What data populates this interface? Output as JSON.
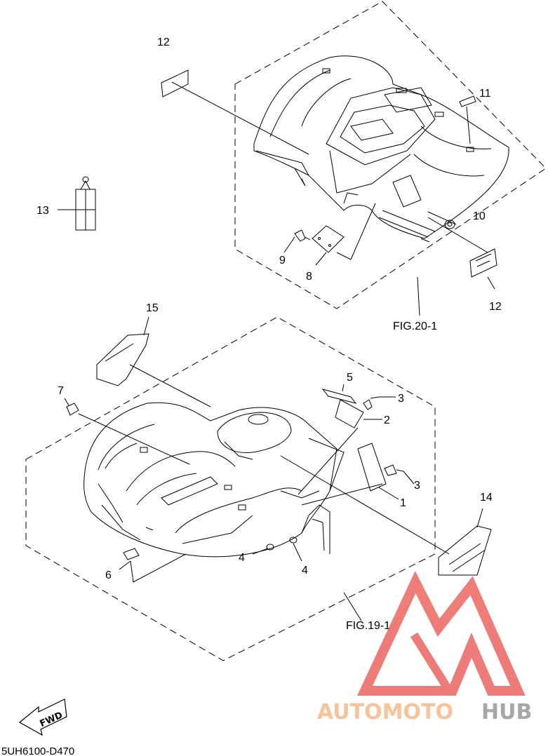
{
  "callouts": {
    "c1": "1",
    "c2": "2",
    "c3a": "3",
    "c3b": "3",
    "c4a": "4",
    "c4b": "4",
    "c5": "5",
    "c6": "6",
    "c7": "7",
    "c8": "8",
    "c9": "9",
    "c10": "10",
    "c11": "11",
    "c12a": "12",
    "c12b": "12",
    "c13": "13",
    "c14": "14",
    "c15": "15"
  },
  "figure_refs": {
    "rear": "FIG.20-1",
    "front": "FIG.19-1"
  },
  "diagram_code": "5UH6100-D470",
  "fwd_label": "FWD",
  "watermark": {
    "part1": "AUTOMOTO",
    "part2": "HUB",
    "color_light": "#f5b07a",
    "color_red": "#e8504a",
    "color_dark": "#8a8a8a"
  }
}
